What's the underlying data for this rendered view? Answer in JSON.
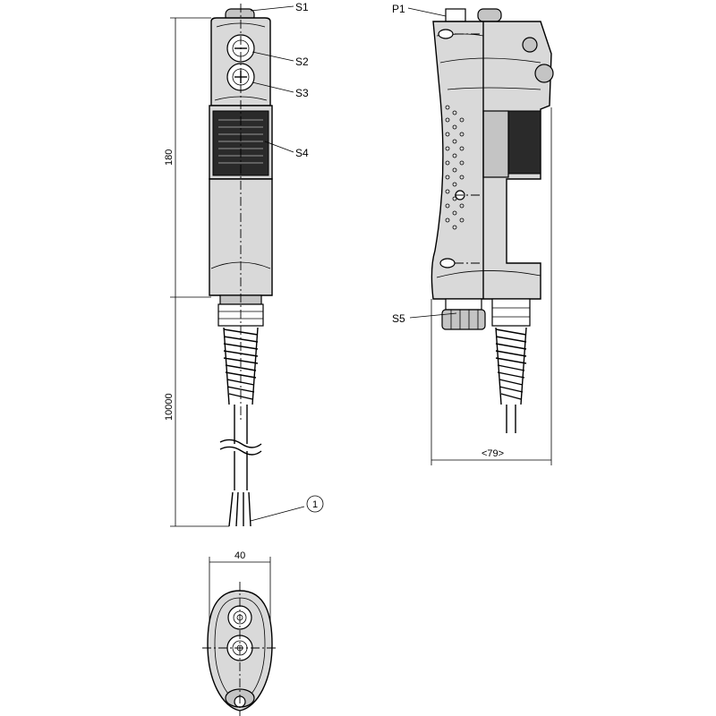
{
  "labels": {
    "s1": "S1",
    "s2": "S2",
    "s3": "S3",
    "s4": "S4",
    "s5": "S5",
    "p1": "P1",
    "callout_1": "1"
  },
  "dimensions": {
    "housing_height": "180",
    "cable_length": "10000",
    "width_bottom": "40",
    "depth_side": "<79>"
  }
}
